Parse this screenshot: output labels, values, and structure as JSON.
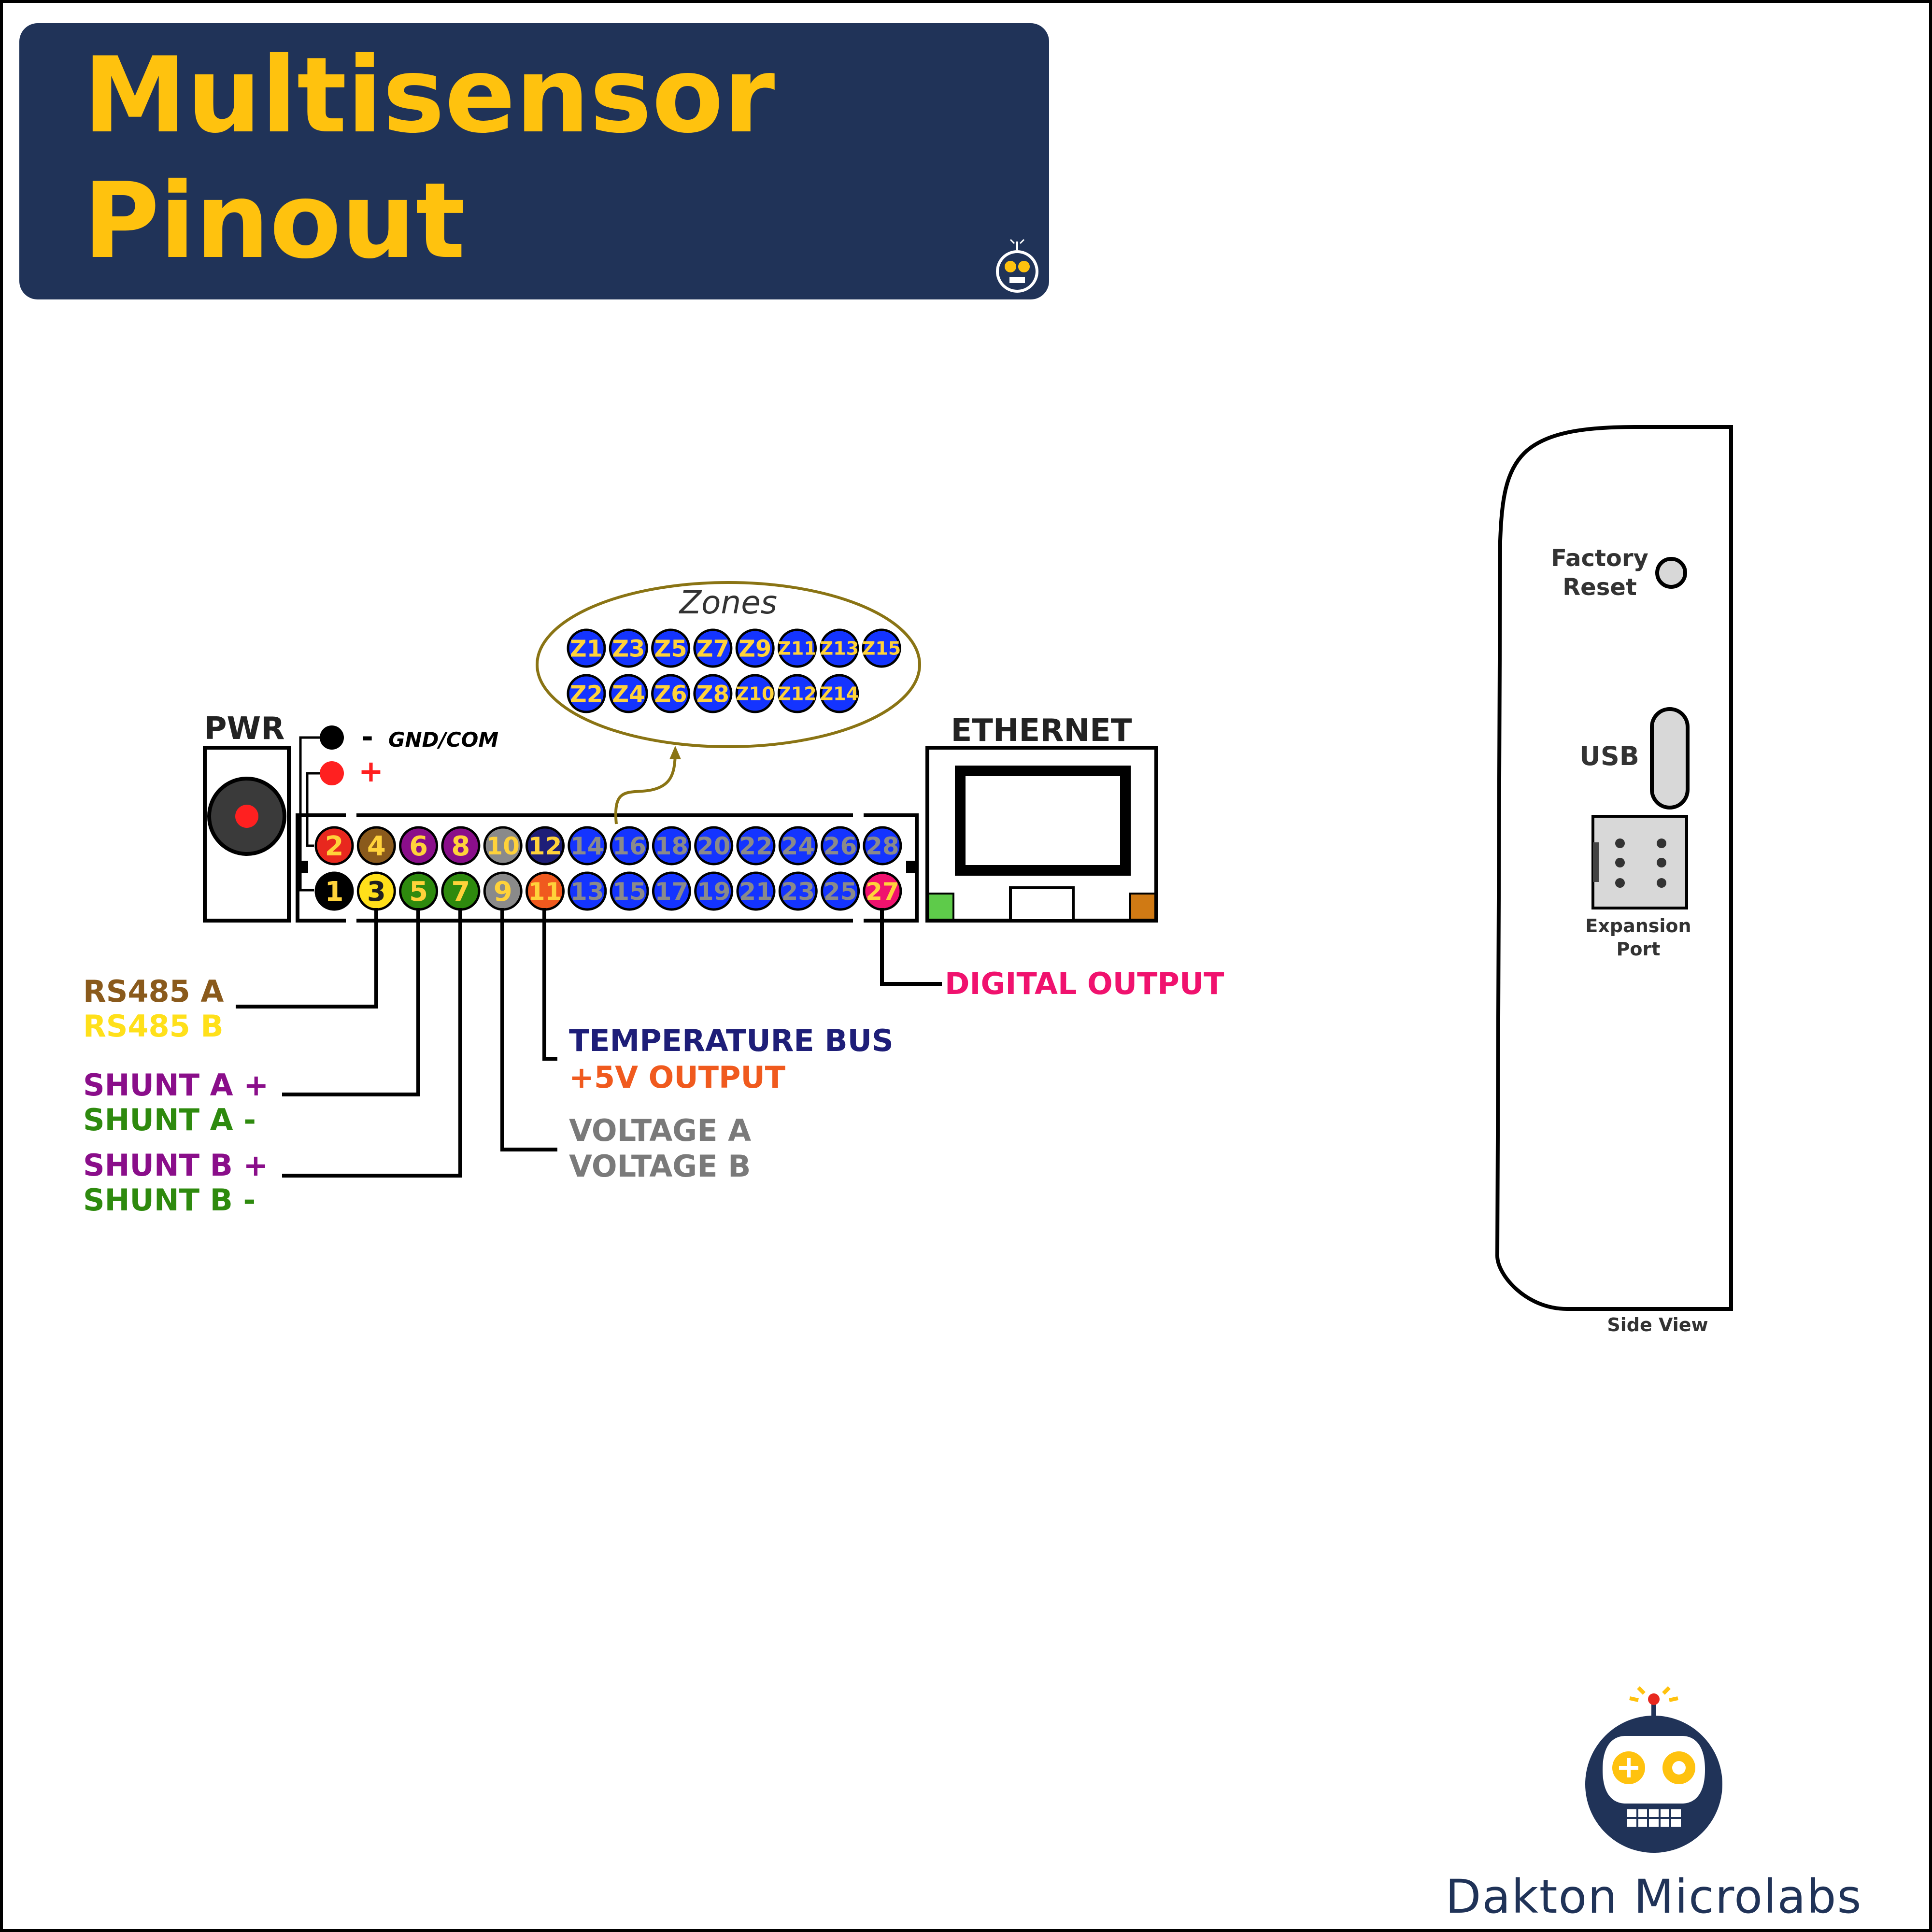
{
  "title": {
    "line1": "Multisensor",
    "line2": "Pinout"
  },
  "colors": {
    "title_bg": "#203358",
    "title_text": "#ffc20e",
    "zone_blue": "#1434ff",
    "zone_text": "#ffd23a"
  },
  "power": {
    "label": "PWR",
    "gnd_symbol": "-",
    "gnd_label": "GND/COM",
    "plus_symbol": "+"
  },
  "ethernet": {
    "label": "ETHERNET"
  },
  "zones": {
    "title": "Zones",
    "top": [
      "Z1",
      "Z3",
      "Z5",
      "Z7",
      "Z9",
      "Z11",
      "Z13",
      "Z15"
    ],
    "bottom": [
      "Z2",
      "Z4",
      "Z6",
      "Z8",
      "Z10",
      "Z12",
      "Z14"
    ]
  },
  "pins": {
    "top": [
      {
        "num": "2",
        "fill": "#e8281e",
        "text": "#ffd23a"
      },
      {
        "num": "4",
        "fill": "#8a5a1c",
        "text": "#ffd23a"
      },
      {
        "num": "6",
        "fill": "#8a0e8a",
        "text": "#ffd23a"
      },
      {
        "num": "8",
        "fill": "#8a0e8a",
        "text": "#ffd23a"
      },
      {
        "num": "10",
        "fill": "#8a8a8a",
        "text": "#ffd23a"
      },
      {
        "num": "12",
        "fill": "#1e1e78",
        "text": "#ffd23a"
      },
      {
        "num": "14",
        "fill": "#1434ff",
        "text": "#8a8a8a"
      },
      {
        "num": "16",
        "fill": "#1434ff",
        "text": "#8a8a8a"
      },
      {
        "num": "18",
        "fill": "#1434ff",
        "text": "#8a8a8a"
      },
      {
        "num": "20",
        "fill": "#1434ff",
        "text": "#8a8a8a"
      },
      {
        "num": "22",
        "fill": "#1434ff",
        "text": "#8a8a8a"
      },
      {
        "num": "24",
        "fill": "#1434ff",
        "text": "#8a8a8a"
      },
      {
        "num": "26",
        "fill": "#1434ff",
        "text": "#8a8a8a"
      },
      {
        "num": "28",
        "fill": "#1434ff",
        "text": "#8a8a8a"
      }
    ],
    "bottom": [
      {
        "num": "1",
        "fill": "#000000",
        "text": "#ffd23a"
      },
      {
        "num": "3",
        "fill": "#ffe01a",
        "text": "#202020"
      },
      {
        "num": "5",
        "fill": "#2e8a0e",
        "text": "#ffd23a"
      },
      {
        "num": "7",
        "fill": "#2e8a0e",
        "text": "#ffd23a"
      },
      {
        "num": "9",
        "fill": "#8a8a8a",
        "text": "#ffd23a"
      },
      {
        "num": "11",
        "fill": "#f05a1e",
        "text": "#ffd23a"
      },
      {
        "num": "13",
        "fill": "#1434ff",
        "text": "#8a8a8a"
      },
      {
        "num": "15",
        "fill": "#1434ff",
        "text": "#8a8a8a"
      },
      {
        "num": "17",
        "fill": "#1434ff",
        "text": "#8a8a8a"
      },
      {
        "num": "19",
        "fill": "#1434ff",
        "text": "#8a8a8a"
      },
      {
        "num": "21",
        "fill": "#1434ff",
        "text": "#8a8a8a"
      },
      {
        "num": "23",
        "fill": "#1434ff",
        "text": "#8a8a8a"
      },
      {
        "num": "25",
        "fill": "#1434ff",
        "text": "#8a8a8a"
      },
      {
        "num": "27",
        "fill": "#f0126e",
        "text": "#ffd23a"
      }
    ]
  },
  "labels": {
    "rs485_a": "RS485 A",
    "rs485_b": "RS485 B",
    "shunt_a_plus": "SHUNT A +",
    "shunt_a_minus": "SHUNT A -",
    "shunt_b_plus": "SHUNT B +",
    "shunt_b_minus": "SHUNT B -",
    "voltage_a": "VOLTAGE A",
    "voltage_b": "VOLTAGE B",
    "temperature_bus": "TEMPERATURE BUS",
    "plus_5v": "+5V OUTPUT",
    "digital_output": "DIGITAL OUTPUT"
  },
  "label_colors": {
    "rs485_a": "#8a5a1c",
    "rs485_b": "#ffe01a",
    "shunt_plus": "#8a0e8a",
    "shunt_minus": "#2e8a0e",
    "voltage": "#7a7a7a",
    "temperature_bus": "#1e1e78",
    "plus_5v": "#f05a1e",
    "digital_output": "#f0126e"
  },
  "side_view": {
    "factory_reset_1": "Factory",
    "factory_reset_2": "Reset",
    "usb": "USB",
    "expansion_1": "Expansion",
    "expansion_2": "Port",
    "caption": "Side View"
  },
  "brand": {
    "name": "Dakton Microlabs"
  }
}
